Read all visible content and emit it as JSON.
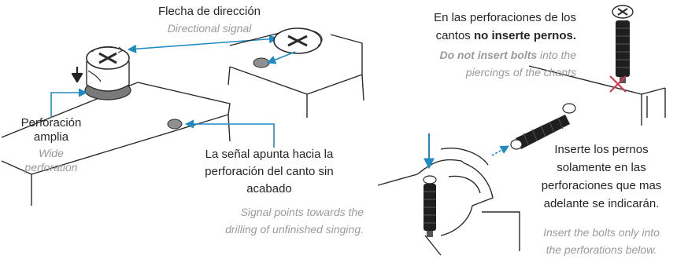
{
  "labels": {
    "arrow_signal": {
      "es": "Flecha de dirección",
      "en": "Directional signal"
    },
    "wide_hole": {
      "es_line1": "Perforación",
      "es_line2": "amplia",
      "en_line1": "Wide",
      "en_line2": "perforation"
    },
    "signal_points": {
      "es_line1": "La señal apunta hacia la",
      "es_line2": "perforación del canto sin",
      "es_line3": "acabado",
      "en_line1": "Signal points towards the",
      "en_line2": "drilling of unfinished singing."
    },
    "no_bolts": {
      "es_line1": "En las perforaciones de los",
      "es_line2_pre": "cantos ",
      "es_line2_bold": "no inserte pernos.",
      "en_bold": "Do not insert bolts",
      "en_rest": " into the",
      "en_line2": "piercings of the chants"
    },
    "insert_bolts": {
      "es_line1": "Inserte los pernos",
      "es_line2": "solamente en las",
      "es_line3": "perforaciones que mas",
      "es_line4": "adelante se indicarán.",
      "en_line1": "Insert the bolts only into",
      "en_line2": "the perforations below."
    }
  },
  "colors": {
    "accent_blue": "#1e8bc3",
    "no_mark_red": "#d9334a",
    "line": "#2b2b2b",
    "hole_grey": "#8f8f8f"
  }
}
